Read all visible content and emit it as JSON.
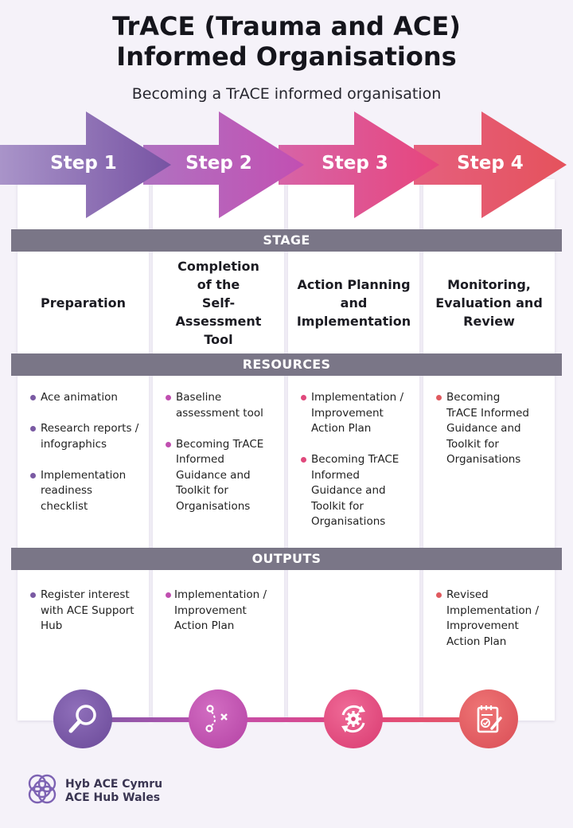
{
  "title": [
    "TrACE (Trauma and ACE)",
    "Informed Organisations"
  ],
  "subtitle": "Becoming a TrACE informed organisation",
  "steps": [
    "Step 1",
    "Step 2",
    "Step 3",
    "Step 4"
  ],
  "bands": {
    "stage": "STAGE",
    "resources": "RESOURCES",
    "outputs": "OUTPUTS"
  },
  "stages": [
    [
      "Preparation"
    ],
    [
      "Completion",
      "of the",
      "Self-Assessment",
      "Tool"
    ],
    [
      "Action Planning",
      "and",
      "Implementation"
    ],
    [
      "Monitoring,",
      "Evaluation and",
      "Review"
    ]
  ],
  "resources": [
    [
      [
        "Ace animation"
      ],
      [
        "Research reports /",
        "infographics"
      ],
      [
        "Implementation",
        "readiness",
        "checklist"
      ]
    ],
    [
      [
        "Baseline",
        "assessment tool"
      ],
      [
        "Becoming TrACE",
        "Informed",
        "Guidance and",
        "Toolkit for",
        "Organisations"
      ]
    ],
    [
      [
        "Implementation /",
        "Improvement",
        "Action Plan"
      ],
      [
        "Becoming TrACE",
        "Informed",
        "Guidance and",
        "Toolkit for",
        "Organisations"
      ]
    ],
    [
      [
        "Becoming",
        "TrACE Informed",
        "Guidance and",
        "Toolkit for",
        "Organisations"
      ]
    ]
  ],
  "outputs": [
    [
      [
        "Register interest",
        "with ACE Support",
        "Hub"
      ]
    ],
    [
      [
        "Implementation /",
        "Improvement",
        "Action Plan"
      ]
    ],
    [],
    [
      [
        "Revised",
        "Implementation /",
        "Improvement",
        "Action Plan"
      ]
    ]
  ],
  "icons": [
    "magnifier-icon",
    "strategy-icon",
    "gear-cycle-icon",
    "checklist-edit-icon"
  ],
  "colors": {
    "step1": "#7b5aa6",
    "step2": "#c251b2",
    "step3": "#e4477d",
    "step4": "#e55e62",
    "band": "#7a7687",
    "bullet1": "#7a5aa3",
    "bullet2": "#c04fb0",
    "bullet3": "#e0497c",
    "bullet4": "#e05a5f"
  },
  "logo": {
    "line1": "Hyb ACE Cymru",
    "line2": "ACE Hub Wales"
  }
}
